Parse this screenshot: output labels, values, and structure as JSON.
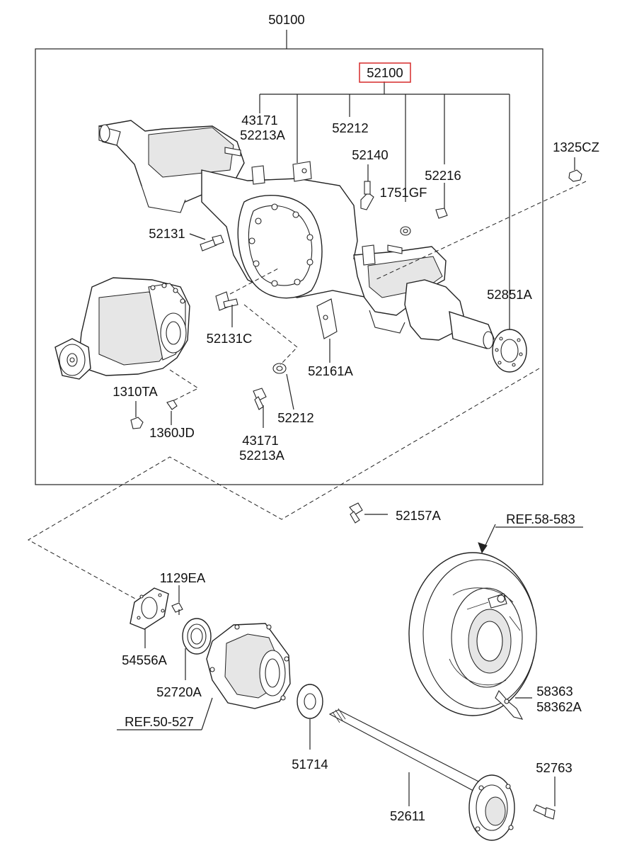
{
  "labels": {
    "assembly_50100": "50100",
    "kit_52100": "52100",
    "l_43171_top": "43171",
    "l_52213A_top": "52213A",
    "l_52212_top": "52212",
    "l_52140": "52140",
    "l_1751GF": "1751GF",
    "l_52216": "52216",
    "l_1325CZ": "1325CZ",
    "l_52131": "52131",
    "l_52851A": "52851A",
    "l_52131C": "52131C",
    "l_52161A": "52161A",
    "l_1310TA": "1310TA",
    "l_1360JD": "1360JD",
    "l_52212_bottom": "52212",
    "l_43171_bottom": "43171",
    "l_52213A_bottom": "52213A",
    "l_52157A": "52157A",
    "l_REF58583": "REF.58-583",
    "l_1129EA": "1129EA",
    "l_54556A": "54556A",
    "l_52720A": "52720A",
    "l_REF50527": "REF.50-527",
    "l_58363": "58363",
    "l_58362A": "58362A",
    "l_51714": "51714",
    "l_52763": "52763",
    "l_52611": "52611"
  },
  "colors": {
    "highlight_box": "#d62a2a",
    "lines": "#222222"
  }
}
